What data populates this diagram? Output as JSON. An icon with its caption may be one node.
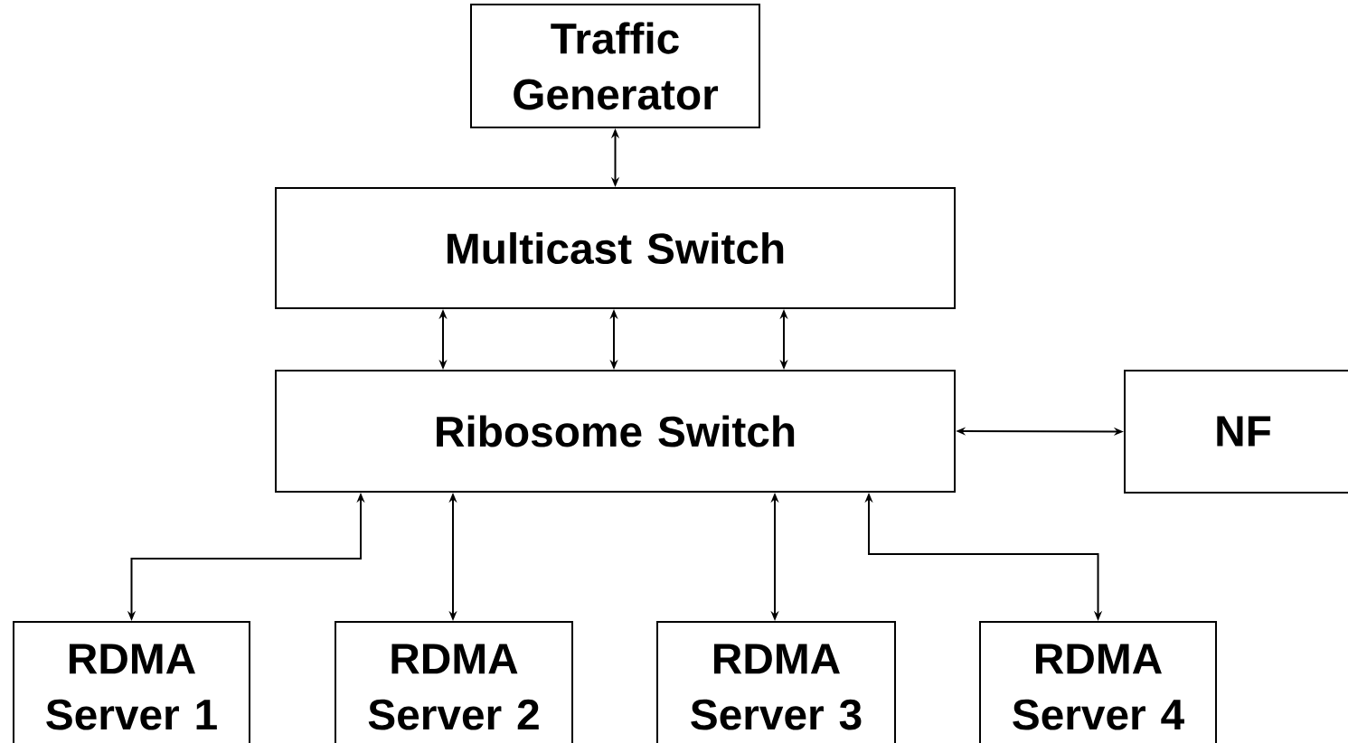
{
  "diagram": {
    "nodes": [
      {
        "text": [
          "Traffic Generator"
        ]
      },
      {
        "text": [
          "Multicast Switch"
        ]
      },
      {
        "text": [
          "Ribosome Switch"
        ]
      },
      {
        "text": [
          "NF"
        ]
      },
      {
        "text": [
          "RDMA Server 1"
        ]
      },
      {
        "text": [
          "RDMA Server 2"
        ]
      },
      {
        "text": [
          "RDMA Server 3"
        ]
      },
      {
        "text": [
          "RDMA Server 4"
        ]
      }
    ],
    "edges": [
      {
        "from": 0,
        "to": 1,
        "arrow": "both"
      },
      {
        "from": 1,
        "to": 2,
        "arrow": "both"
      },
      {
        "from": 1,
        "to": 2,
        "arrow": "both"
      },
      {
        "from": 1,
        "to": 2,
        "arrow": "both"
      },
      {
        "from": 2,
        "to": 3,
        "arrow": "both"
      },
      {
        "from": 2,
        "to": 4,
        "arrow": "both"
      },
      {
        "from": 2,
        "to": 5,
        "arrow": "both"
      },
      {
        "from": 2,
        "to": 6,
        "arrow": "both"
      },
      {
        "from": 2,
        "to": 7,
        "arrow": "both"
      }
    ]
  }
}
